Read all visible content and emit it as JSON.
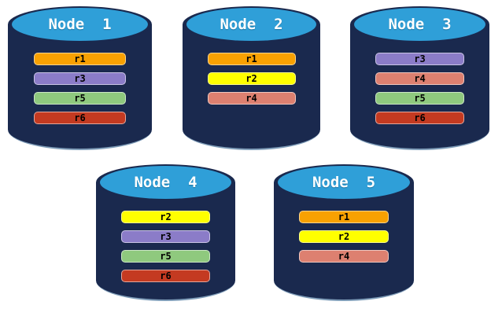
{
  "diagram": {
    "description": "Database replica placement across five nodes",
    "colors": {
      "background": "#FFFFFF",
      "cylinder_body": "#1A294E",
      "cylinder_top": "#2F9FD8",
      "node_label_text": "#FFFFFF",
      "bar_label_text": "#000000"
    },
    "replica_colors": {
      "r1": "#F8A102",
      "r2": "#FFFF00",
      "r3": "#8B7CC8",
      "r4": "#DD8070",
      "r5": "#8FC97E",
      "r6": "#C43A21"
    },
    "nodes": [
      {
        "label": "Node  1",
        "replicas": [
          "r1",
          "r3",
          "r5",
          "r6"
        ]
      },
      {
        "label": "Node  2",
        "replicas": [
          "r1",
          "r2",
          "r4"
        ]
      },
      {
        "label": "Node  3",
        "replicas": [
          "r3",
          "r4",
          "r5",
          "r6"
        ]
      },
      {
        "label": "Node  4",
        "replicas": [
          "r2",
          "r3",
          "r5",
          "r6"
        ]
      },
      {
        "label": "Node  5",
        "replicas": [
          "r1",
          "r2",
          "r4"
        ]
      }
    ]
  }
}
